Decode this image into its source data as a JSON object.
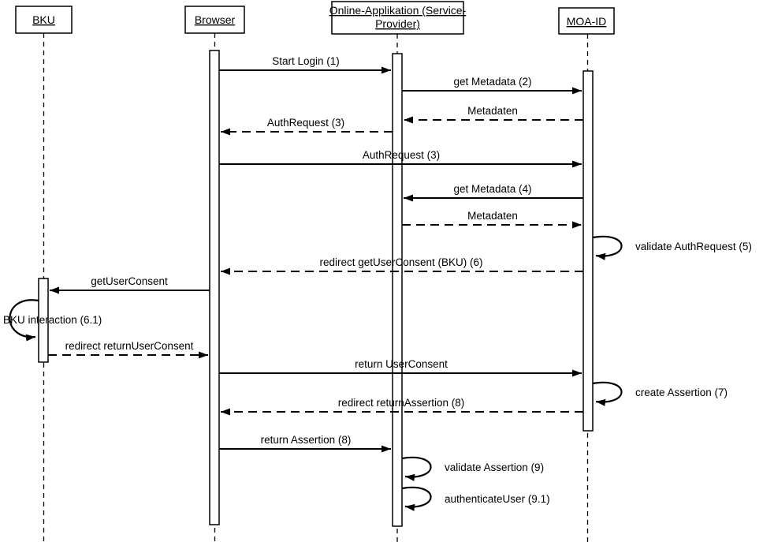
{
  "diagram": {
    "title": "MOA-ID authentication sequence diagram",
    "colors": {
      "line": "#000000",
      "background": "#ffffff"
    },
    "actors": [
      {
        "id": "bku",
        "label": "BKU"
      },
      {
        "id": "browser",
        "label": "Browser"
      },
      {
        "id": "service_provider",
        "label_line1": "Online-Applikation (Service-",
        "label_line2": "Provider)"
      },
      {
        "id": "moa_id",
        "label": "MOA-ID"
      }
    ],
    "messages": [
      {
        "label": "Start Login (1)",
        "from": "Browser",
        "to": "Online-Applikation (Service-Provider)",
        "style": "solid"
      },
      {
        "label": "get Metadata (2)",
        "from": "Online-Applikation (Service-Provider)",
        "to": "MOA-ID",
        "style": "solid"
      },
      {
        "label": "Metadaten",
        "from": "MOA-ID",
        "to": "Online-Applikation (Service-Provider)",
        "style": "dashed"
      },
      {
        "label": "AuthRequest (3)",
        "from": "Online-Applikation (Service-Provider)",
        "to": "Browser",
        "style": "dashed"
      },
      {
        "label": "AuthRequest (3)",
        "from": "Browser",
        "to": "MOA-ID",
        "style": "solid"
      },
      {
        "label": "get Metadata (4)",
        "from": "MOA-ID",
        "to": "Online-Applikation (Service-Provider)",
        "style": "solid"
      },
      {
        "label": "Metadaten",
        "from": "Online-Applikation (Service-Provider)",
        "to": "MOA-ID",
        "style": "dashed"
      },
      {
        "label": "validate AuthRequest (5)",
        "from": "MOA-ID",
        "to": "MOA-ID",
        "style": "self"
      },
      {
        "label": "redirect getUserConsent (BKU) (6)",
        "from": "MOA-ID",
        "to": "Browser",
        "style": "dashed"
      },
      {
        "label": "getUserConsent",
        "from": "Browser",
        "to": "BKU",
        "style": "solid"
      },
      {
        "label": "BKU interaction (6.1)",
        "from": "BKU",
        "to": "BKU",
        "style": "self"
      },
      {
        "label": "redirect returnUserConsent",
        "from": "BKU",
        "to": "Browser",
        "style": "dashed"
      },
      {
        "label": "return UserConsent",
        "from": "Browser",
        "to": "MOA-ID",
        "style": "solid"
      },
      {
        "label": "create Assertion (7)",
        "from": "MOA-ID",
        "to": "MOA-ID",
        "style": "self"
      },
      {
        "label": "redirect returnAssertion (8)",
        "from": "MOA-ID",
        "to": "Browser",
        "style": "dashed"
      },
      {
        "label": "return Assertion (8)",
        "from": "Browser",
        "to": "Online-Applikation (Service-Provider)",
        "style": "solid"
      },
      {
        "label": "validate Assertion (9)",
        "from": "Online-Applikation (Service-Provider)",
        "to": "Online-Applikation (Service-Provider)",
        "style": "self"
      },
      {
        "label": "authenticateUser (9.1)",
        "from": "Online-Applikation (Service-Provider)",
        "to": "Online-Applikation (Service-Provider)",
        "style": "self"
      }
    ]
  }
}
